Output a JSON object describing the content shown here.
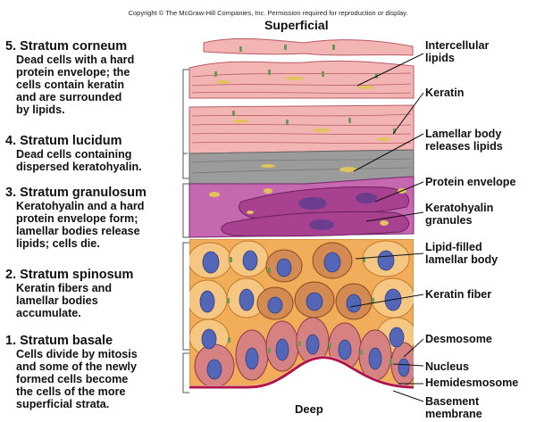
{
  "copyright": "Copyright © The McGraw-Hill Companies, Inc. Permission required for reproduction or display.",
  "orientation": {
    "top": "Superficial",
    "bottom": "Deep"
  },
  "layers": [
    {
      "title": "5. Stratum corneum",
      "description": "Dead cells with a hard\nprotein envelope; the\ncells contain keratin\nand are surrounded\nby lipids."
    },
    {
      "title": "4. Stratum lucidum",
      "description": "Dead cells containing\ndispersed keratohyalin."
    },
    {
      "title": "3. Stratum granulosum",
      "description": "Keratohyalin and a hard\nprotein envelope form;\nlamellar bodies release\nlipids; cells die."
    },
    {
      "title": "2. Stratum spinosum",
      "description": "Keratin fibers and\nlamellar bodies\naccumulate."
    },
    {
      "title": "1. Stratum basale",
      "description": "Cells divide by mitosis\nand some of the newly\nformed cells become\nthe cells of the more\nsuperficial strata."
    }
  ],
  "structure_labels": [
    "Intercellular\nlipids",
    "Keratin",
    "Lamellar body\nreleases lipids",
    "Protein envelope",
    "Keratohyalin\ngranules",
    "Lipid-filled\nlamellar body",
    "Keratin fiber",
    "Desmosome",
    "Nucleus",
    "Hemidesmosome",
    "Basement\nmembrane"
  ],
  "colors": {
    "corneum": "#f2b5b3",
    "lucidum": "#9b9b9b",
    "granulosum": "#a8418f",
    "spinosum": "#f1ad5a",
    "nucleus": "#5466b8",
    "basale_cell": "#d68283",
    "keratin": "#c6862a",
    "basement_membrane": "#b0164a"
  }
}
